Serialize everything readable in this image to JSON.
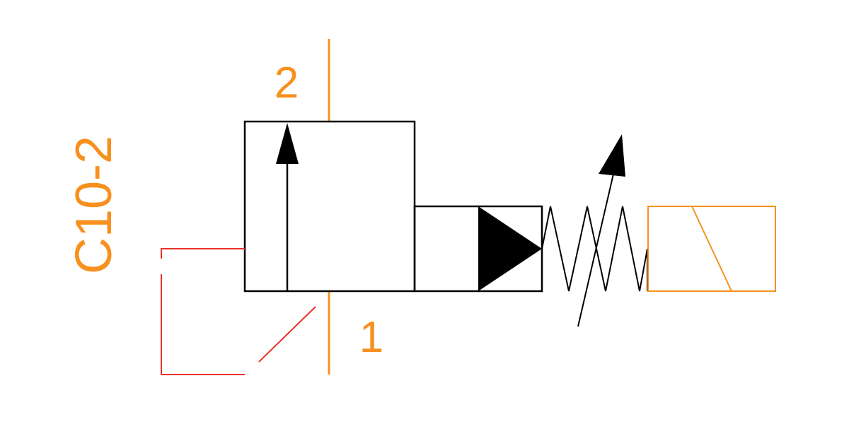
{
  "diagram": {
    "cavity_label": "C10-2",
    "port_top_label": "2",
    "port_bottom_label": "1",
    "colors": {
      "symbol_body": "#000000",
      "ports_and_labels": "#f7901e",
      "solenoid": "#f7901e",
      "pilot_line": "#e8302a",
      "background": "#ffffff"
    },
    "icons": {
      "valve": "two-way-valve-icon",
      "flow_arrow": "flow-arrow-icon",
      "spring": "adjustable-spring-icon",
      "solenoid": "solenoid-coil-icon"
    }
  }
}
